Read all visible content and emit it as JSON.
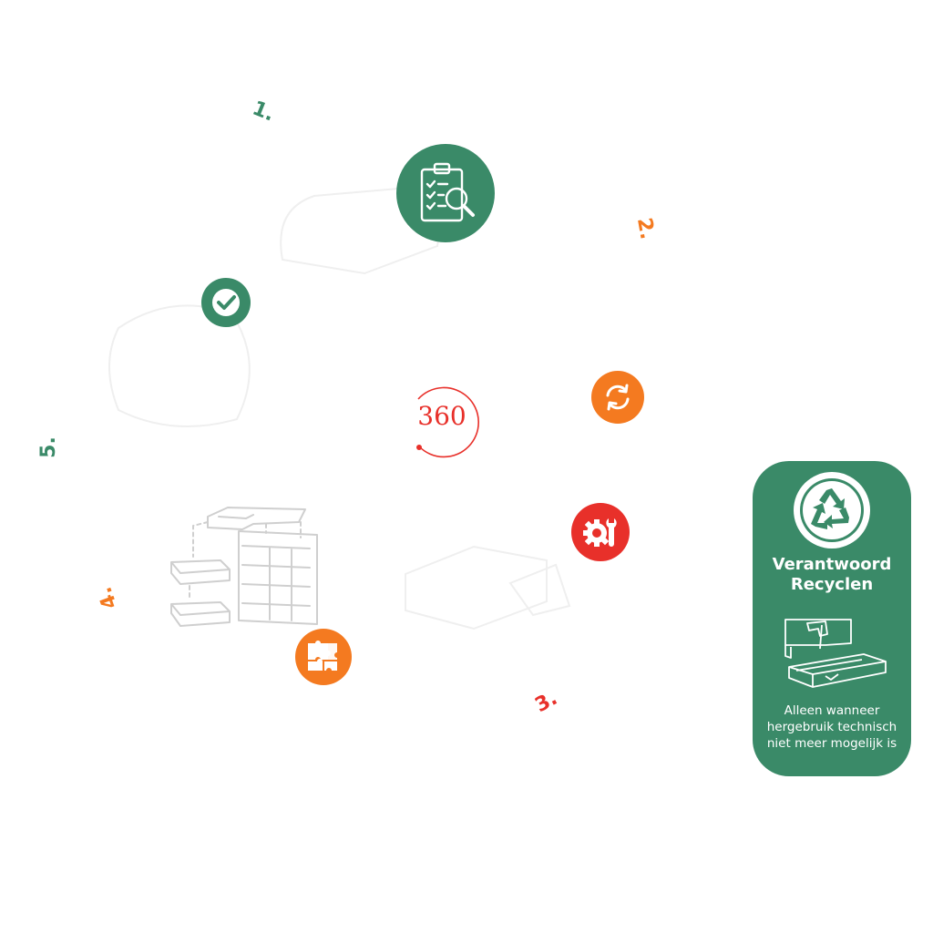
{
  "steps": [
    "1.",
    "2.",
    "3.",
    "4.",
    "5."
  ],
  "center_label": "360",
  "icons": {
    "inspect": "clipboard-magnifier-icon",
    "check": "checkmark-icon",
    "refresh": "refresh-arrows-icon",
    "repair": "gear-wrench-icon",
    "puzzle": "puzzle-pieces-icon",
    "recycle": "recycle-icon"
  },
  "recycle_card": {
    "title_line1": "Verantwoord",
    "title_line2": "Recyclen",
    "note_line1": "Alleen wanneer",
    "note_line2": "hergebruik technisch",
    "note_line3": "niet meer mogelijk is"
  },
  "colors": {
    "green": "#3a8a68",
    "orange": "#f47a20",
    "red": "#e8302a",
    "white": "#ffffff"
  }
}
